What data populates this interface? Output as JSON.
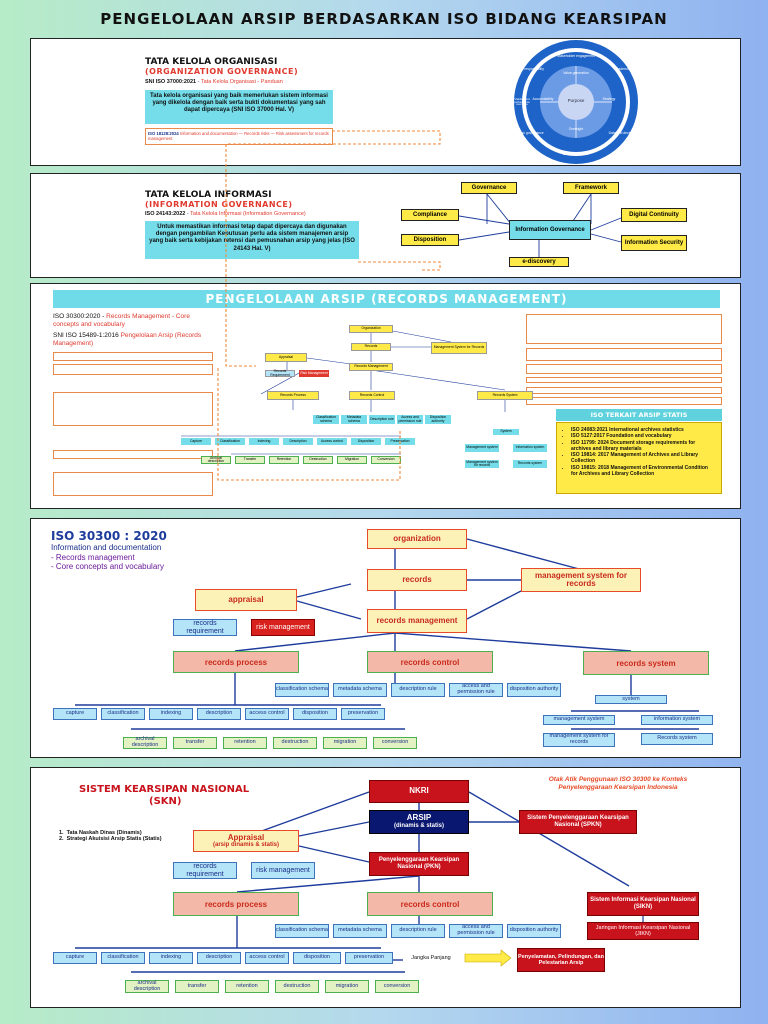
{
  "title": "PENGELOLAAN ARSIP BERDASARKAN ISO BIDANG KEARSIPAN",
  "section1": {
    "heading": "TATA KELOLA ORGANISASI",
    "subheading": "(ORGANIZATION GOVERNANCE)",
    "ref_code": "SNI ISO 37000:2021",
    "ref_title": "Tata Kelola Organisasi - Panduan",
    "quote": "Tata kelola organisasi yang baik memerlukan sistem informasi yang dikelola dengan baik serta bukti dokumentasi yang sah dapat dipercaya (SNI ISO 37000 Hal. V)",
    "ref2_code": "ISO 18128:2024",
    "ref2_title": "Information and documentation — Records risks — Risk assessment for records management",
    "wheel": {
      "center": "Purpose",
      "inner": [
        "Value generation",
        "Strategy",
        "Oversight",
        "Accountability"
      ],
      "outer": [
        "Stakeholder engagement",
        "Leadership",
        "Data and decisions",
        "Risk governance",
        "Social responsibility",
        "Viability and performance over time"
      ],
      "bottom": "Ethical behaviour"
    }
  },
  "section2": {
    "heading": "TATA KELOLA INFORMASI",
    "subheading": "(INFORMATION GOVERNANCE)",
    "ref_code": "ISO 24143:2022",
    "ref_title": "Tata Kelola Informasi (Information Governance)",
    "quote": "Untuk memastikan informasi tetap dapat dipercaya dan digunakan dengan pengambilan Keputusan perlu ada sistem manajemen arsip yang baik serta kebijakan retensi dan pemusnahan arsip yang jelas (ISO 24143 Hal. V)",
    "diagram": {
      "governance": "Governance",
      "framework": "Framework",
      "compliance": "Compliance",
      "center": "Information Governance",
      "digital": "Digital Continuity",
      "disposition": "Disposition",
      "security": "Information Security",
      "ediscovery": "e-discovery"
    }
  },
  "section3": {
    "banner": "PENGELOLAAN ARSIP (RECORDS MANAGEMENT)",
    "ref_code": "ISO 30300:2020",
    "ref_title": "Records Management - Core concepts and vocabulary",
    "ref2_code": "SNI ISO 15489-1:2016",
    "ref2_title": "Pengelolaan Arsip (Records Management)",
    "static_head": "ISO TERKAIT ARSIP STATIS",
    "static_items": [
      "ISO 24083:2021 International archives statistics",
      "ISO 5127:2017 Foundation and vocabulary",
      "ISO 11799: 2024 Document storage requirements for archives and library materials",
      "ISO 19814: 2017 Management of Archives and Library Collection",
      "ISO 19815: 2018 Management of Environmental Condition for Archives and Library Collection"
    ],
    "mini": {
      "organization": "Organization",
      "records": "Records",
      "mgmt": "Management System for Records",
      "appraisal": "Appraisal",
      "rec_mgmt": "Records Management",
      "rec_req": "Records Requirement",
      "risk": "Risk Management",
      "process": "Records Process",
      "control": "Records Control",
      "system": "Records System",
      "sub1": [
        "Capture",
        "Classification",
        "Indexing",
        "Description",
        "Access control",
        "Disposition",
        "Preservation"
      ],
      "sub2": [
        "Archival description",
        "Transfer",
        "Retention",
        "Destruction",
        "Migration",
        "Conversion"
      ],
      "sub3": [
        "Classification schema",
        "Metadata schema",
        "Description rule",
        "Access and permission rule",
        "Disposition authority"
      ],
      "sys": "System",
      "sys2": [
        "Management system",
        "Information system"
      ],
      "sys3": [
        "Management system for records",
        "Records system"
      ]
    }
  },
  "section4": {
    "title": "ISO 30300 : 2020",
    "sub1": "Information and documentation",
    "sub2": "- Records management",
    "sub3": "- Core concepts and vocabulary",
    "organization": "organization",
    "records": "records",
    "mgmt": "management system for records",
    "appraisal": "appraisal",
    "rec_mgmt": "records management",
    "rec_req": "records requirement",
    "risk": "risk management",
    "process": "records process",
    "control": "records control",
    "system": "records system",
    "proc_items": [
      "capture",
      "classification",
      "indexing",
      "description",
      "access control",
      "disposition",
      "preservation"
    ],
    "proc_items2": [
      "archival description",
      "transfer",
      "retention",
      "destruction",
      "migration",
      "conversion"
    ],
    "ctrl_items": [
      "classification schema",
      "metadata schema",
      "description rule",
      "access and permission rule",
      "disposition authority"
    ],
    "sys": "system",
    "sys_items": [
      "management system",
      "information system"
    ],
    "sys_items2": [
      "management system for records",
      "Records system"
    ]
  },
  "section5": {
    "title": "SISTEM KEARSIPAN NASIONAL",
    "title2": "(SKN)",
    "note": "Otak Atik Penggunaan ISO 30300 ke Konteks Penyelenggaraan Kearsipan Indonesia",
    "nkri": "NKRI",
    "arsip": "ARSIP",
    "arsip_sub": "(dinamis & statis)",
    "spkn": "Sistem Penyelenggaraan Kearsipan Nasional (SPKN)",
    "list": [
      "Tata Naskah Dinas (Dinamis)",
      "Strategi Akuisisi Arsip Statis (Statis)"
    ],
    "appraisal": "Appraisal",
    "appraisal_sub": "(arsip dinamis & statis)",
    "pkn": "Penyelenggaraan Kearsipan Nasional (PKN)",
    "rec_req": "records requirement",
    "risk": "risk management",
    "process": "records process",
    "control": "records control",
    "sikn": "Sistem Informasi Kearsipan Nasional (SIKN)",
    "jikn": "Jaringan Informasi Kearsipan Nasional (JIKN)",
    "ctrl_items": [
      "classification schema",
      "metadata schema",
      "description rule",
      "access and permission rule",
      "disposition authority"
    ],
    "proc_items": [
      "capture",
      "classification",
      "indexing",
      "description",
      "access control",
      "disposition",
      "preservation"
    ],
    "proc_items2": [
      "archival description",
      "transfer",
      "retention",
      "destruction",
      "migration",
      "conversion"
    ],
    "jangka": "Jangka Panjang",
    "penyelamatan": "Penyelamatan, Pelindungan, dan Pelestarian Arsip"
  }
}
